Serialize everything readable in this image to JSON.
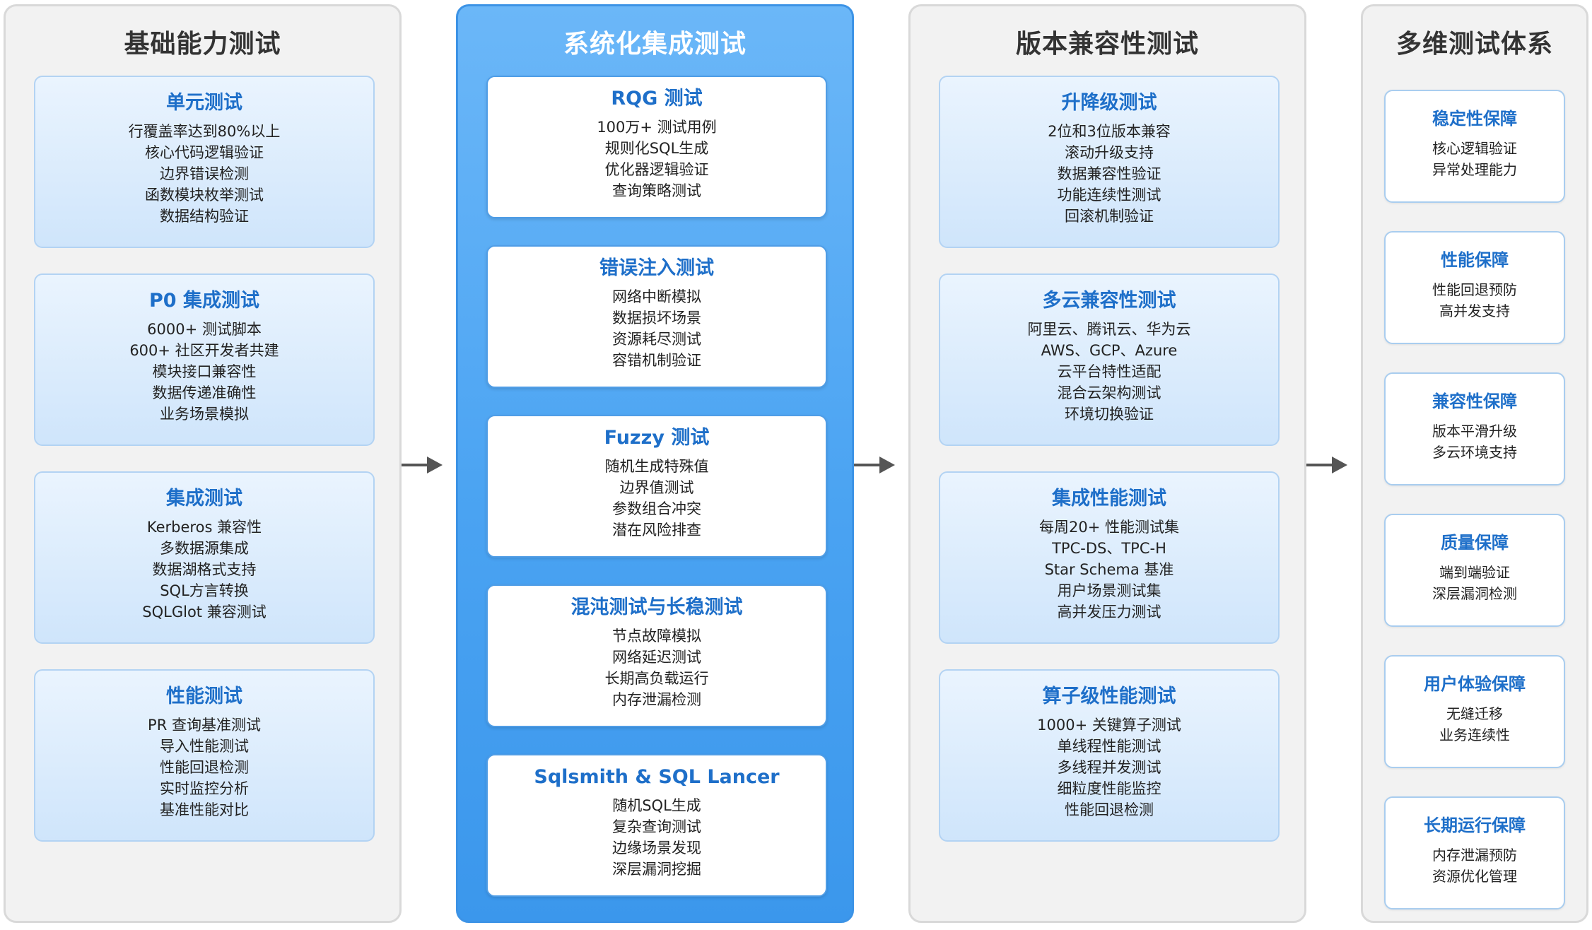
{
  "columns": [
    {
      "title": "基础能力测试",
      "cards": [
        {
          "title": "单元测试",
          "items": [
            "行覆盖率达到80%以上",
            "核心代码逻辑验证",
            "边界错误检测",
            "函数模块枚举测试",
            "数据结构验证"
          ]
        },
        {
          "title": "P0 集成测试",
          "items": [
            "6000+ 测试脚本",
            "600+ 社区开发者共建",
            "模块接口兼容性",
            "数据传递准确性",
            "业务场景模拟"
          ]
        },
        {
          "title": "集成测试",
          "items": [
            "Kerberos 兼容性",
            "多数据源集成",
            "数据湖格式支持",
            "SQL方言转换",
            "SQLGlot 兼容测试"
          ]
        },
        {
          "title": "性能测试",
          "items": [
            "PR 查询基准测试",
            "导入性能测试",
            "性能回退检测",
            "实时监控分析",
            "基准性能对比"
          ]
        }
      ]
    },
    {
      "title": "系统化集成测试",
      "cards": [
        {
          "title": "RQG 测试",
          "items": [
            "100万+ 测试用例",
            "规则化SQL生成",
            "优化器逻辑验证",
            "查询策略测试"
          ]
        },
        {
          "title": "错误注入测试",
          "items": [
            "网络中断模拟",
            "数据损坏场景",
            "资源耗尽测试",
            "容错机制验证"
          ]
        },
        {
          "title": "Fuzzy 测试",
          "items": [
            "随机生成特殊值",
            "边界值测试",
            "参数组合冲突",
            "潜在风险排查"
          ]
        },
        {
          "title": "混沌测试与长稳测试",
          "items": [
            "节点故障模拟",
            "网络延迟测试",
            "长期高负载运行",
            "内存泄漏检测"
          ]
        },
        {
          "title": "Sqlsmith & SQL Lancer",
          "items": [
            "随机SQL生成",
            "复杂查询测试",
            "边缘场景发现",
            "深层漏洞挖掘"
          ]
        }
      ]
    },
    {
      "title": "版本兼容性测试",
      "cards": [
        {
          "title": "升降级测试",
          "items": [
            "2位和3位版本兼容",
            "滚动升级支持",
            "数据兼容性验证",
            "功能连续性测试",
            "回滚机制验证"
          ]
        },
        {
          "title": "多云兼容性测试",
          "items": [
            "阿里云、腾讯云、华为云",
            "AWS、GCP、Azure",
            "云平台特性适配",
            "混合云架构测试",
            "环境切换验证"
          ]
        },
        {
          "title": "集成性能测试",
          "items": [
            "每周20+ 性能测试集",
            "TPC-DS、TPC-H",
            "Star Schema 基准",
            "用户场景测试集",
            "高并发压力测试"
          ]
        },
        {
          "title": "算子级性能测试",
          "items": [
            "1000+ 关键算子测试",
            "单线程性能测试",
            "多线程并发测试",
            "细粒度性能监控",
            "性能回退检测"
          ]
        }
      ]
    },
    {
      "title": "多维测试体系",
      "cards": [
        {
          "title": "稳定性保障",
          "items": [
            "核心逻辑验证",
            "异常处理能力"
          ]
        },
        {
          "title": "性能保障",
          "items": [
            "性能回退预防",
            "高并发支持"
          ]
        },
        {
          "title": "兼容性保障",
          "items": [
            "版本平滑升级",
            "多云环境支持"
          ]
        },
        {
          "title": "质量保障",
          "items": [
            "端到端验证",
            "深层漏洞检测"
          ]
        },
        {
          "title": "用户体验保障",
          "items": [
            "无缝迁移",
            "业务连续性"
          ]
        },
        {
          "title": "长期运行保障",
          "items": [
            "内存泄漏预防",
            "资源优化管理"
          ]
        }
      ]
    }
  ],
  "colors": {
    "title_blue": "#1e6fc9",
    "column_blue": "#4aa3f2",
    "column_gray": "#f2f2f2",
    "arrow": "#555555"
  },
  "icons": [
    "arrow-right-icon"
  ]
}
